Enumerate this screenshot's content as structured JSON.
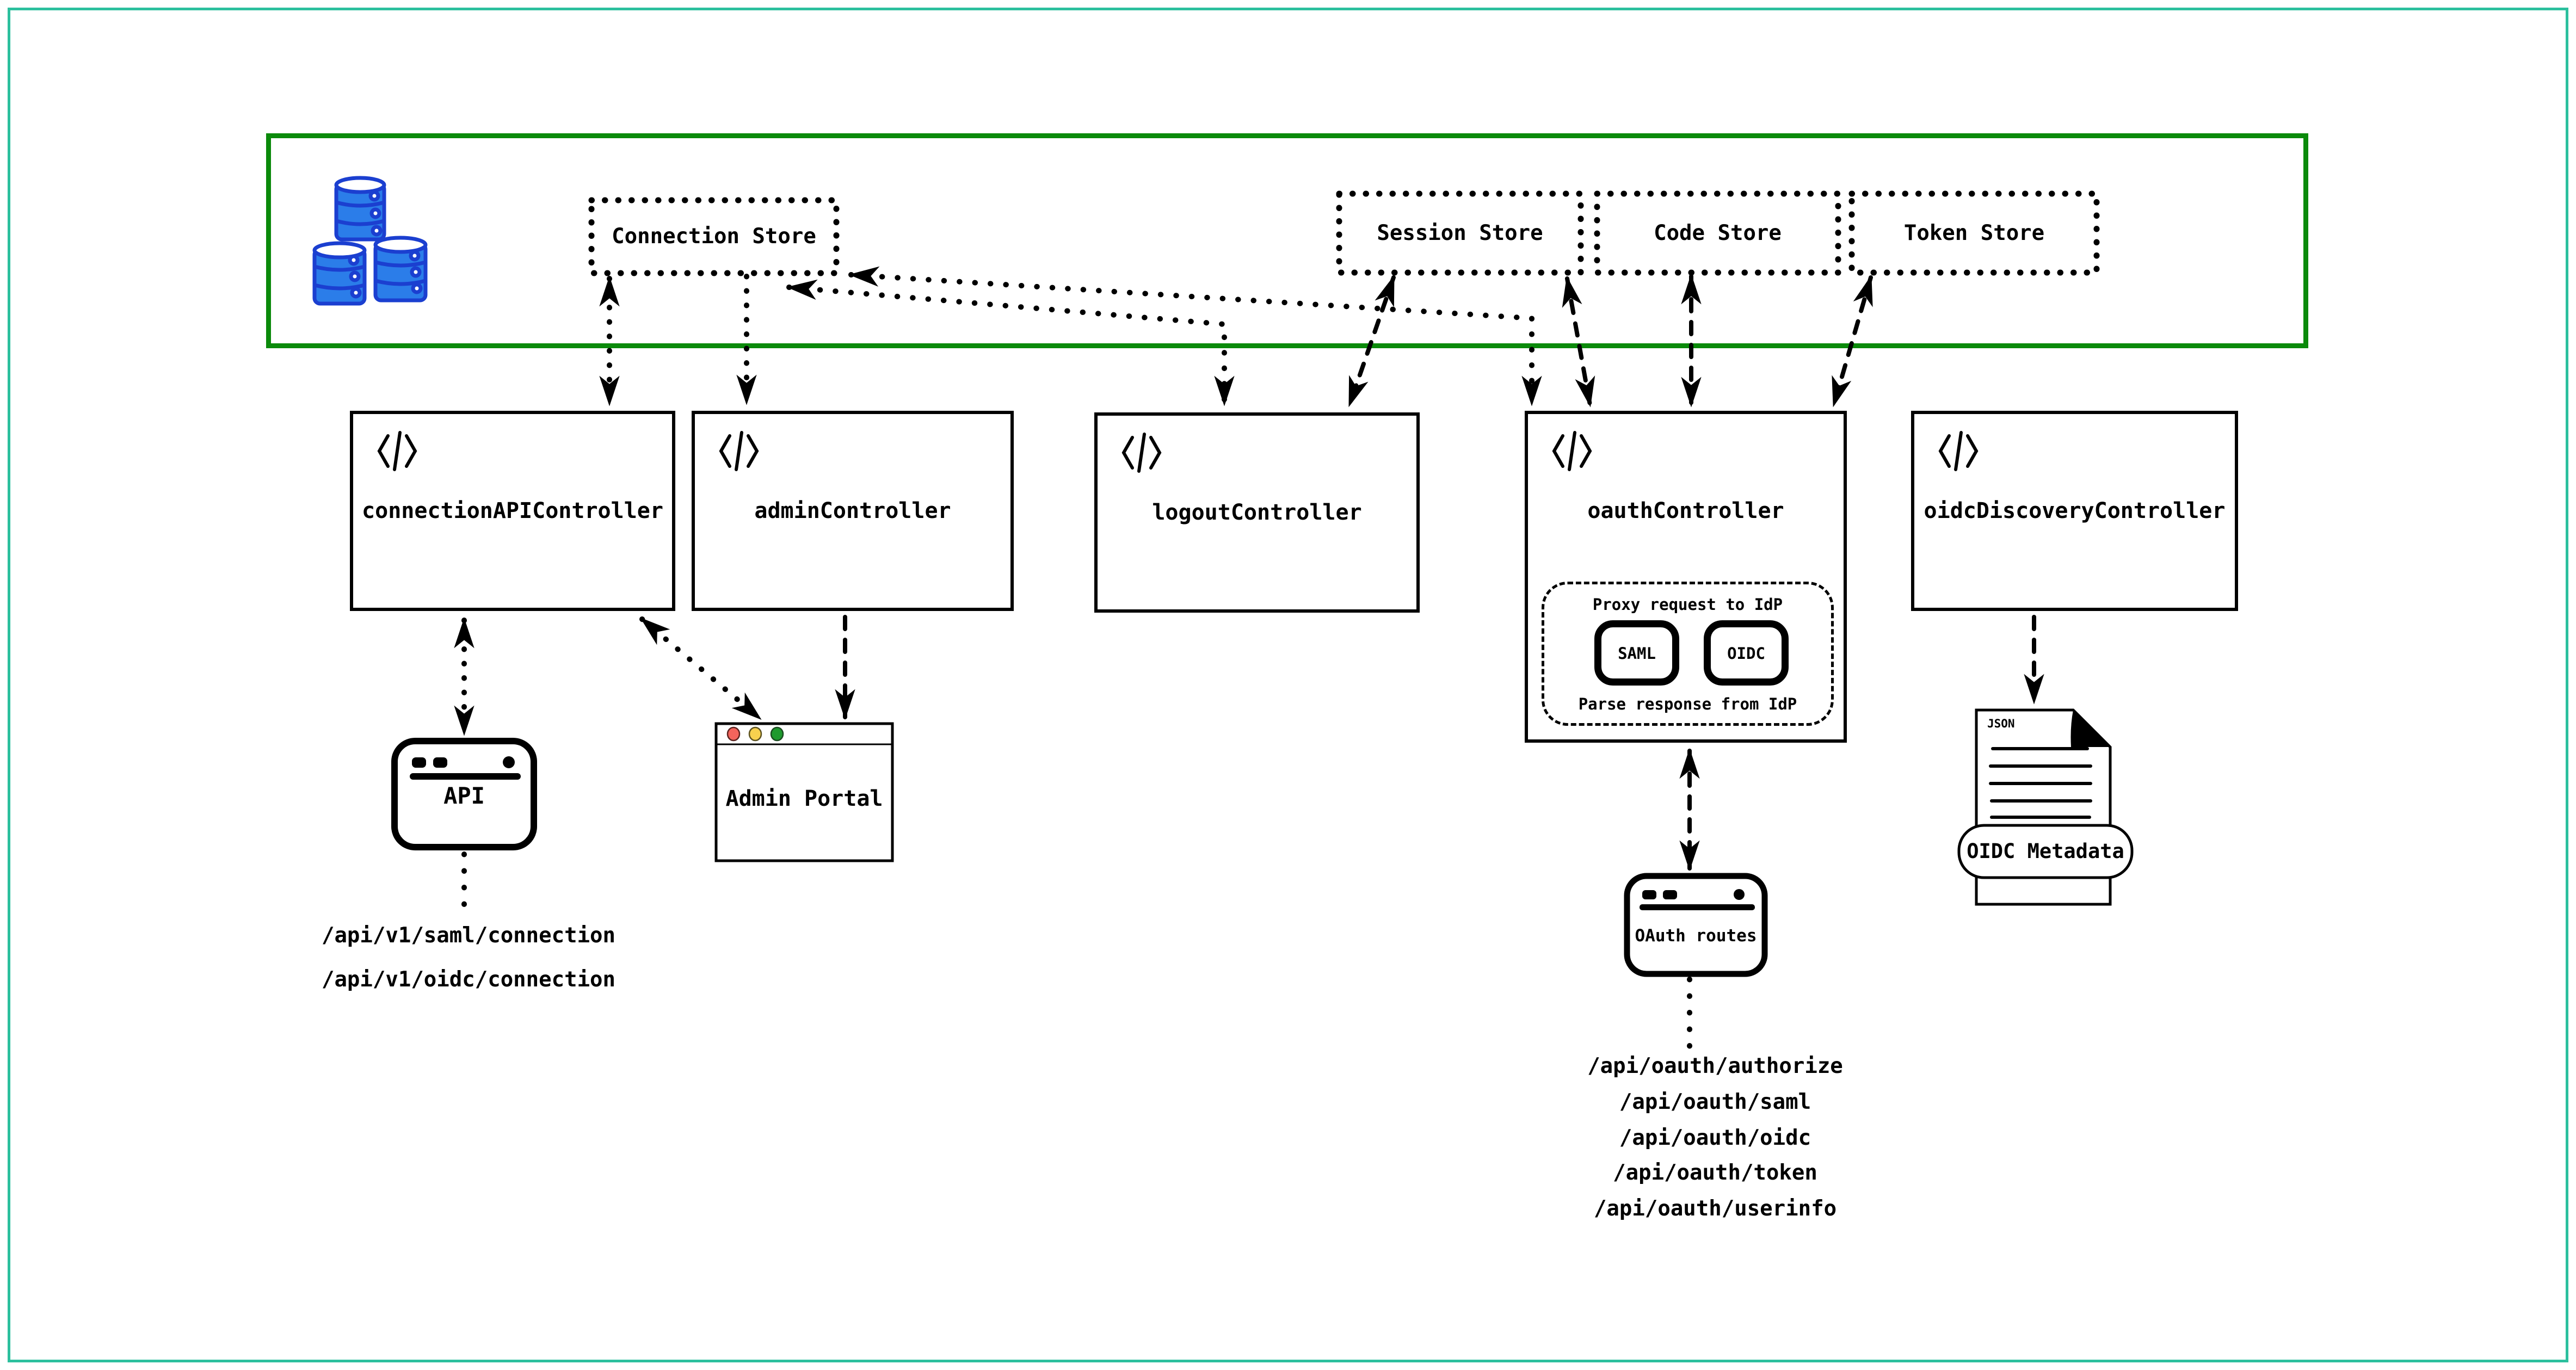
{
  "diagram": {
    "stores": {
      "connection": "Connection Store",
      "session": "Session Store",
      "code": "Code Store",
      "token": "Token Store"
    },
    "controllers": {
      "connection_api": "connectionAPIController",
      "admin": "adminController",
      "logout": "logoutController",
      "oauth": "oauthController",
      "oidc_discovery": "oidcDiscoveryController"
    },
    "oauth_internals": {
      "proxy_label": "Proxy request to IdP",
      "saml_label": "SAML",
      "oidc_label": "OIDC",
      "parse_label": "Parse response from IdP"
    },
    "clients": {
      "api_label": "API",
      "admin_portal_label": "Admin Portal",
      "oauth_routes_label": "OAuth routes"
    },
    "document": {
      "file_type_label": "JSON",
      "banner_label": "OIDC Metadata"
    },
    "api_endpoints": [
      "/api/v1/saml/connection",
      "/api/v1/oidc/connection"
    ],
    "oauth_endpoints": [
      "/api/oauth/authorize",
      "/api/oauth/saml",
      "/api/oauth/oidc",
      "/api/oauth/token",
      "/api/oauth/userinfo"
    ],
    "icons": {
      "database": "database-icon",
      "code": "code-icon",
      "api_browser": "browser-window-icon",
      "admin_portal_browser": "browser-window-icon",
      "oauth_routes_browser": "browser-window-icon",
      "json_document": "json-document-icon"
    },
    "colors": {
      "outer_border": "#2cc09e",
      "zone_border": "#0b8a0b",
      "database_fill": "#2b7de9",
      "database_outline": "#1b3fd0",
      "traffic_red": "#f4645c",
      "traffic_yellow": "#f7d14e",
      "traffic_green": "#1f9a2e",
      "line_color": "#000000"
    }
  }
}
